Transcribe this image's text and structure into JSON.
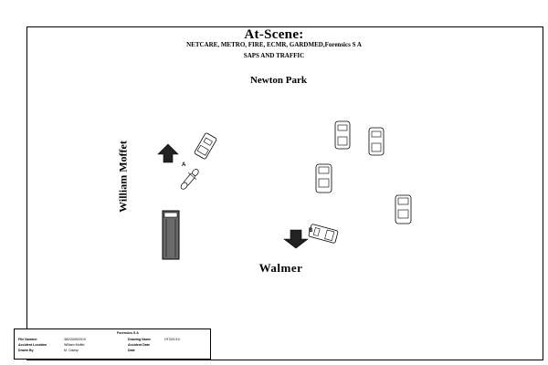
{
  "title": "At-Scene:",
  "subtitle_line1": "NETCARE, METRO, FIRE, ECMR, GARDMED,Forensics S A",
  "subtitle_line2": "SAPS AND TRAFFIC",
  "streets": {
    "top": "Newton Park",
    "bottom": "Walmer",
    "left": "William Moffet"
  },
  "markers": {
    "a": "A",
    "b": "B"
  },
  "title_block": {
    "header": "Forensics S A",
    "rows": [
      {
        "label1": "File Number",
        "value1": "382/2005/2010",
        "label2": "Drawing Name",
        "value2": "HT33/1/10"
      },
      {
        "label1": "Accident Location",
        "value1": "William Moffet",
        "label2": "Accident Date",
        "value2": ""
      },
      {
        "label1": "Drawn By",
        "value1": "M. Claesy",
        "label2": "Date",
        "value2": ""
      }
    ]
  },
  "colors": {
    "ink": "#000000",
    "vehicle_fill": "#ffffff",
    "arrow_fill": "#222222",
    "bus_fill": "#6a6a6a"
  }
}
